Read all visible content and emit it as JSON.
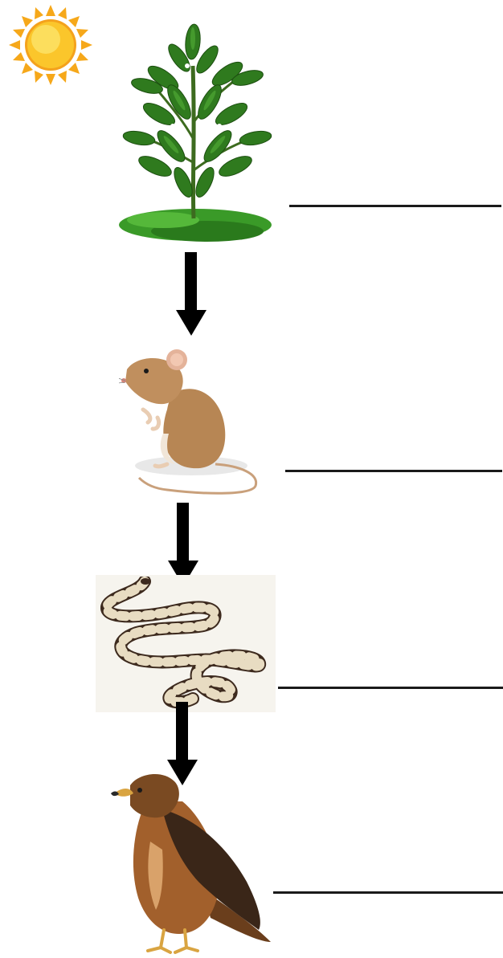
{
  "diagram": {
    "kind": "food-chain-worksheet",
    "organisms": [
      {
        "id": "sun",
        "icon": "sun-icon"
      },
      {
        "id": "producer",
        "icon": "plant-icon"
      },
      {
        "id": "primary-consumer",
        "icon": "mouse-icon"
      },
      {
        "id": "secondary-consumer",
        "icon": "snake-icon"
      },
      {
        "id": "tertiary-consumer",
        "icon": "hawk-icon"
      }
    ],
    "answer_blanks": [
      "",
      "",
      "",
      ""
    ],
    "colors": {
      "sun": "#f7b21b",
      "leaf": "#2f7a1e",
      "mouse": "#b78654",
      "snake": "#4a3426",
      "hawk": "#7a4a22",
      "arrow": "#000000",
      "line": "#1a1a1a"
    }
  }
}
